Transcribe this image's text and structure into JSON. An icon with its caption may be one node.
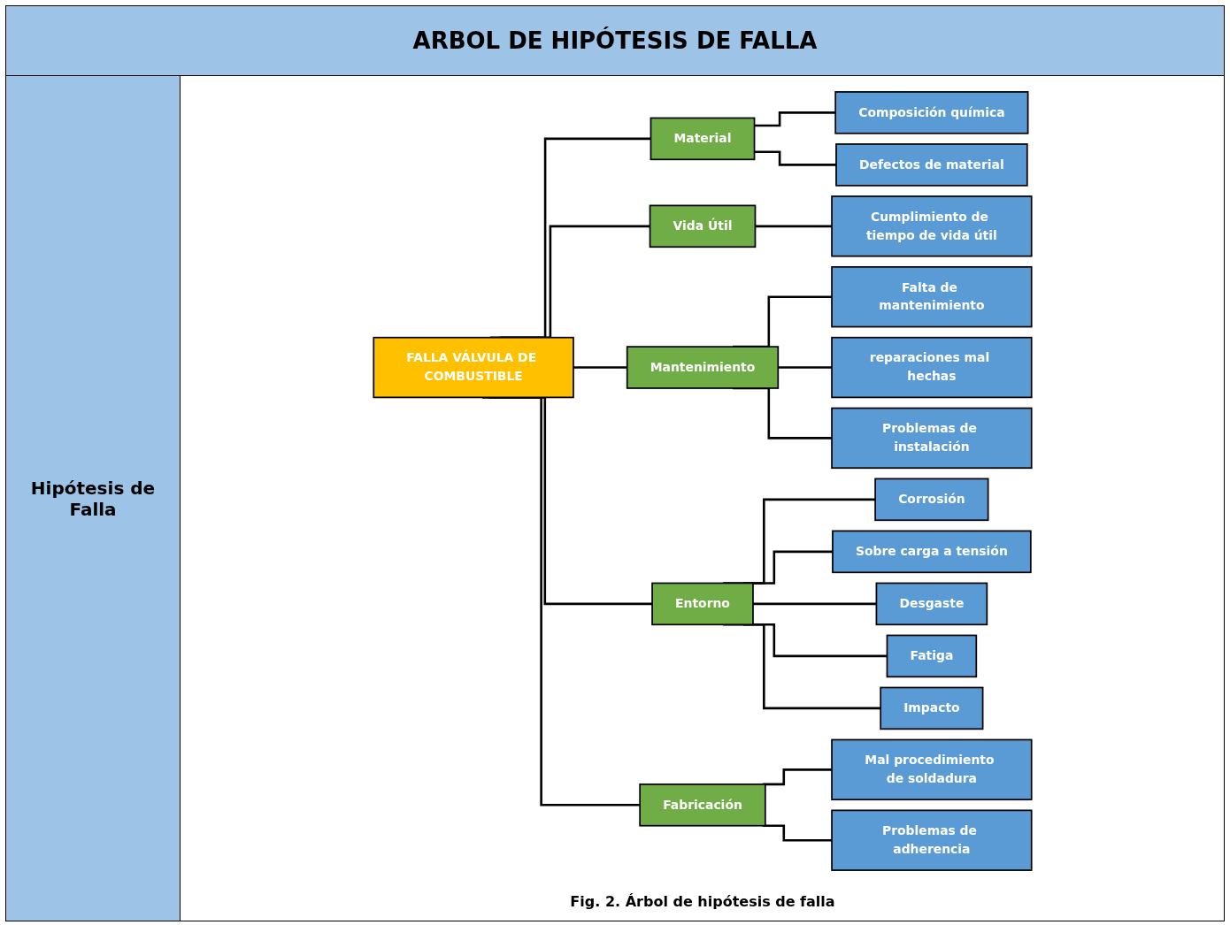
{
  "diagram": {
    "title": "ARBOL DE HIPÓTESIS DE FALLA",
    "caption": "Fig. 2. Árbol de hipótesis de falla",
    "nodes": [
      {
        "text": [
          "FALLA VÁLVULA DE COMBUSTIBLE"
        ]
      },
      {
        "text": [
          "Material"
        ]
      },
      {
        "text": [
          "Vida Útil"
        ]
      },
      {
        "text": [
          "Mantenimiento"
        ]
      },
      {
        "text": [
          "Entorno"
        ]
      },
      {
        "text": [
          "Fabricación"
        ]
      },
      {
        "text": [
          "Composición química"
        ]
      },
      {
        "text": [
          "Defectos de material"
        ]
      },
      {
        "text": [
          "Cumplimiento de tiempo de vida útil"
        ]
      },
      {
        "text": [
          "Falta de mantenimiento"
        ]
      },
      {
        "text": [
          "reparaciones mal hechas"
        ]
      },
      {
        "text": [
          "Problemas de instalación"
        ]
      },
      {
        "text": [
          "Corrosión"
        ]
      },
      {
        "text": [
          "Sobre carga a tensión"
        ]
      },
      {
        "text": [
          "Desgaste"
        ]
      },
      {
        "text": [
          "Fatiga"
        ]
      },
      {
        "text": [
          "Impacto"
        ]
      },
      {
        "text": [
          "Mal procedimiento de soldadura"
        ]
      },
      {
        "text": [
          "Problemas de adherencia"
        ]
      }
    ],
    "edges": [
      {
        "from": 0,
        "to": 1,
        "arrow": "none"
      },
      {
        "from": 0,
        "to": 2,
        "arrow": "none"
      },
      {
        "from": 0,
        "to": 3,
        "arrow": "none"
      },
      {
        "from": 0,
        "to": 4,
        "arrow": "none"
      },
      {
        "from": 0,
        "to": 5,
        "arrow": "none"
      },
      {
        "from": 1,
        "to": 6,
        "arrow": "none"
      },
      {
        "from": 1,
        "to": 7,
        "arrow": "none"
      },
      {
        "from": 2,
        "to": 8,
        "arrow": "none"
      },
      {
        "from": 3,
        "to": 9,
        "arrow": "none"
      },
      {
        "from": 3,
        "to": 10,
        "arrow": "none"
      },
      {
        "from": 3,
        "to": 11,
        "arrow": "none"
      },
      {
        "from": 4,
        "to": 12,
        "arrow": "none"
      },
      {
        "from": 4,
        "to": 13,
        "arrow": "none"
      },
      {
        "from": 4,
        "to": 14,
        "arrow": "none"
      },
      {
        "from": 4,
        "to": 15,
        "arrow": "none"
      },
      {
        "from": 4,
        "to": 16,
        "arrow": "none"
      },
      {
        "from": 5,
        "to": 17,
        "arrow": "none"
      },
      {
        "from": 5,
        "to": 18,
        "arrow": "none"
      }
    ],
    "labels": [
      "Hipótesis de Falla"
    ]
  }
}
